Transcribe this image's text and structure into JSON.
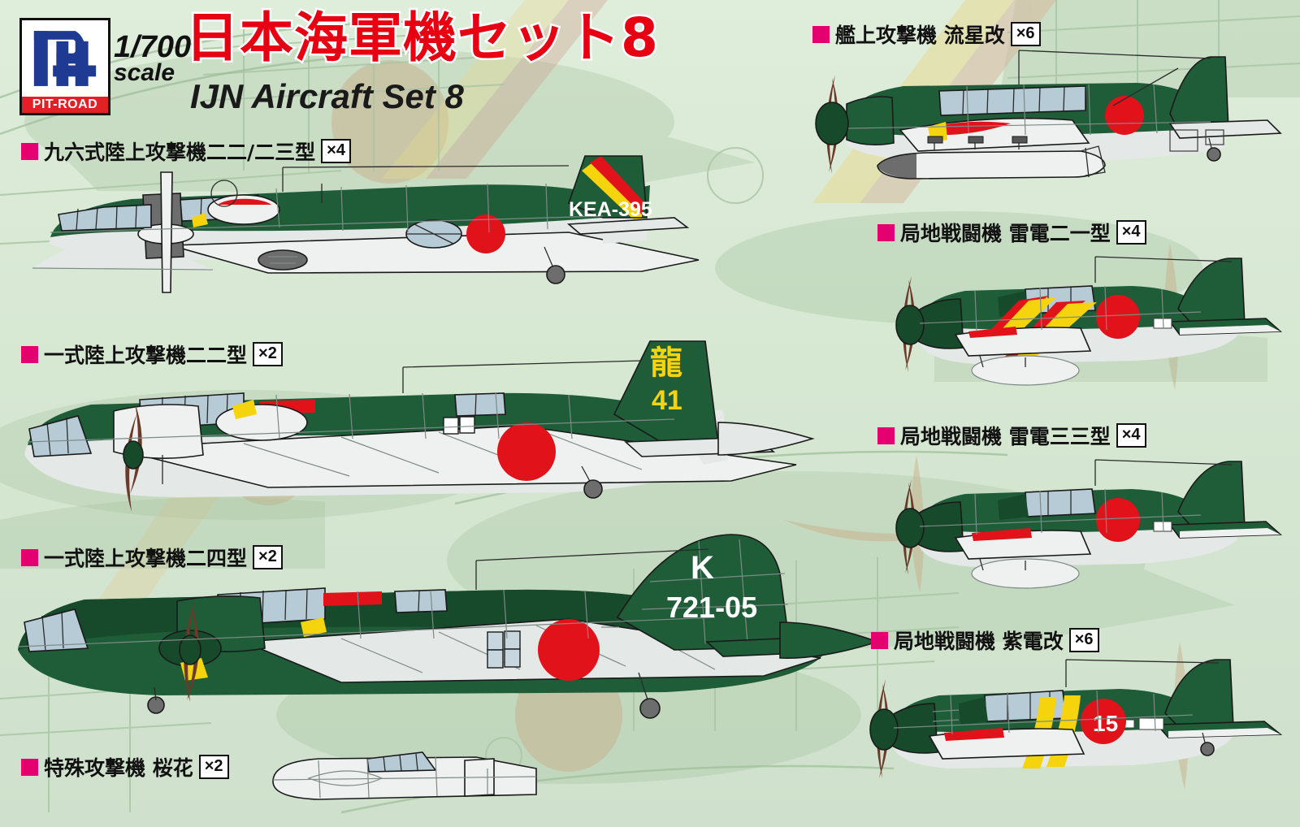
{
  "brand": {
    "logo_text": "PIT-ROAD",
    "logo_mark": "pit-monogram",
    "scale_line1": "1/700",
    "scale_line2": "scale"
  },
  "title": {
    "japanese": "日本海軍機セット8",
    "english": "IJN Aircraft Set 8"
  },
  "colors": {
    "background": "#d9e8d6",
    "title_red": "#e60012",
    "bullet_magenta": "#e4006f",
    "airframe_green": "#1f5c38",
    "airframe_green_dark": "#14452a",
    "underside_gray": "#dfe3e2",
    "hinomaru_red": "#e2121b",
    "marking_yellow": "#f5d30d",
    "brand_blue": "#1f3a93",
    "brand_red": "#e41f25"
  },
  "items_left": [
    {
      "bullet": "magenta-square",
      "name": "九六式陸上攻撃機二二/二三型",
      "qty": "×4"
    },
    {
      "bullet": "magenta-square",
      "name": "一式陸上攻撃機二二型",
      "qty": "×2"
    },
    {
      "bullet": "magenta-square",
      "name": "一式陸上攻撃機二四型",
      "qty": "×2"
    },
    {
      "bullet": "magenta-square",
      "name": "特殊攻撃機 桜花",
      "qty": "×2"
    }
  ],
  "items_right": [
    {
      "bullet": "magenta-square",
      "name": "艦上攻撃機 流星改",
      "qty": "×6"
    },
    {
      "bullet": "magenta-square",
      "name": "局地戦闘機 雷電二一型",
      "qty": "×4"
    },
    {
      "bullet": "magenta-square",
      "name": "局地戦闘機 雷電三三型",
      "qty": "×4"
    },
    {
      "bullet": "magenta-square",
      "name": "局地戦闘機 紫電改",
      "qty": "×6"
    }
  ],
  "aircraft_markings": {
    "g3m_tail_code": "KEA-395",
    "g4m22_tail_kanji": "龍",
    "g4m22_tail_number": "41",
    "g4m24_tail_letter": "K",
    "g4m24_tail_number": "721-05",
    "shidenkai_number": "15"
  }
}
